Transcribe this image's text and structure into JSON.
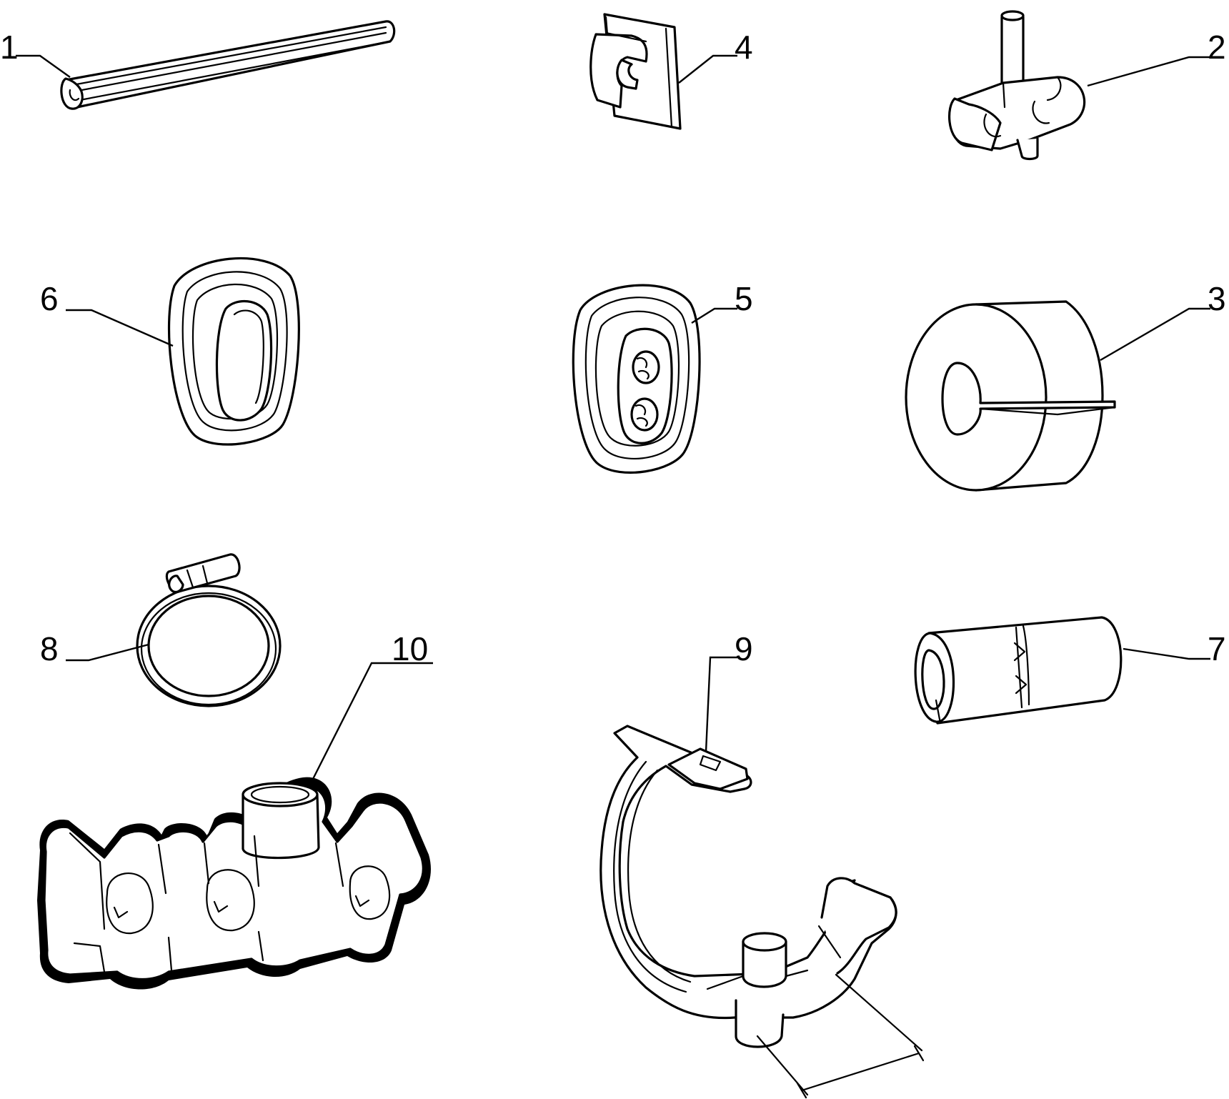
{
  "colors": {
    "ink": "#000000",
    "paper": "#ffffff"
  },
  "callouts": [
    {
      "id": "1",
      "label": "1"
    },
    {
      "id": "2",
      "label": "2"
    },
    {
      "id": "3",
      "label": "3"
    },
    {
      "id": "4",
      "label": "4"
    },
    {
      "id": "5",
      "label": "5"
    },
    {
      "id": "6",
      "label": "6"
    },
    {
      "id": "7",
      "label": "7"
    },
    {
      "id": "8",
      "label": "8"
    },
    {
      "id": "9",
      "label": "9"
    },
    {
      "id": "10",
      "label": "10"
    }
  ]
}
